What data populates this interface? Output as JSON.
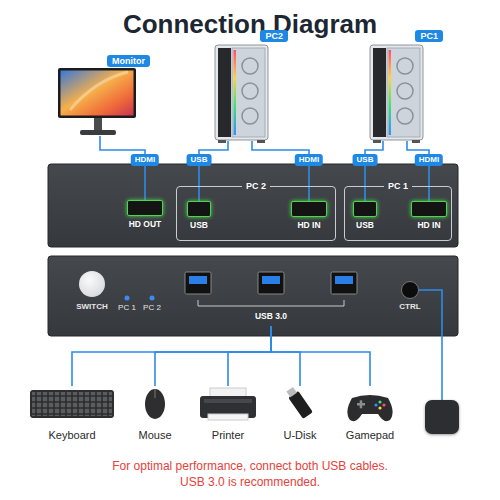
{
  "diagram": {
    "title": "Connection Diagram",
    "caption": "For optimal performance, connect both USB cables. USB 3.0 is recommended.",
    "nodes": [
      {
        "text": [
          "Monitor"
        ]
      },
      {
        "text": [
          "PC2"
        ]
      },
      {
        "text": [
          "PC1"
        ]
      },
      {
        "text": []
      },
      {
        "text": [
          "HD OUT"
        ],
        "in": 3
      },
      {
        "text": [
          "PC 2"
        ],
        "in": 3
      },
      {
        "text": [
          "USB"
        ],
        "in": 5
      },
      {
        "text": [
          "HD IN"
        ],
        "in": 5
      },
      {
        "text": [
          "PC 1"
        ],
        "in": 3
      },
      {
        "text": [
          "USB"
        ],
        "in": 8
      },
      {
        "text": [
          "HD IN"
        ],
        "in": 8
      },
      {
        "text": []
      },
      {
        "text": [
          "SWITCH"
        ],
        "in": 11
      },
      {
        "text": [
          "USB 3.0"
        ],
        "in": 11
      },
      {
        "text": [
          "CTRL"
        ],
        "in": 11
      },
      {
        "text": [
          "Keyboard"
        ]
      },
      {
        "text": [
          "Mouse"
        ]
      },
      {
        "text": [
          "Printer"
        ]
      },
      {
        "text": [
          "U-Disk"
        ]
      },
      {
        "text": [
          "Gamepad"
        ]
      },
      {
        "text": []
      }
    ],
    "edges": [
      {
        "from": 0,
        "to": 4,
        "label": "HDMI",
        "arrow": "none"
      },
      {
        "from": 1,
        "to": 6,
        "label": "USB",
        "arrow": "none"
      },
      {
        "from": 1,
        "to": 7,
        "label": "HDMI",
        "arrow": "none"
      },
      {
        "from": 2,
        "to": 9,
        "label": "USB",
        "arrow": "none"
      },
      {
        "from": 2,
        "to": 10,
        "label": "HDMI",
        "arrow": "none"
      },
      {
        "from": 13,
        "to": 15,
        "arrow": "none"
      },
      {
        "from": 13,
        "to": 16,
        "arrow": "none"
      },
      {
        "from": 13,
        "to": 17,
        "arrow": "none"
      },
      {
        "from": 13,
        "to": 18,
        "arrow": "none"
      },
      {
        "from": 13,
        "to": 19,
        "arrow": "none"
      },
      {
        "from": 14,
        "to": 20,
        "arrow": "none"
      }
    ],
    "labels": [
      "PC 1",
      "PC 2"
    ]
  }
}
